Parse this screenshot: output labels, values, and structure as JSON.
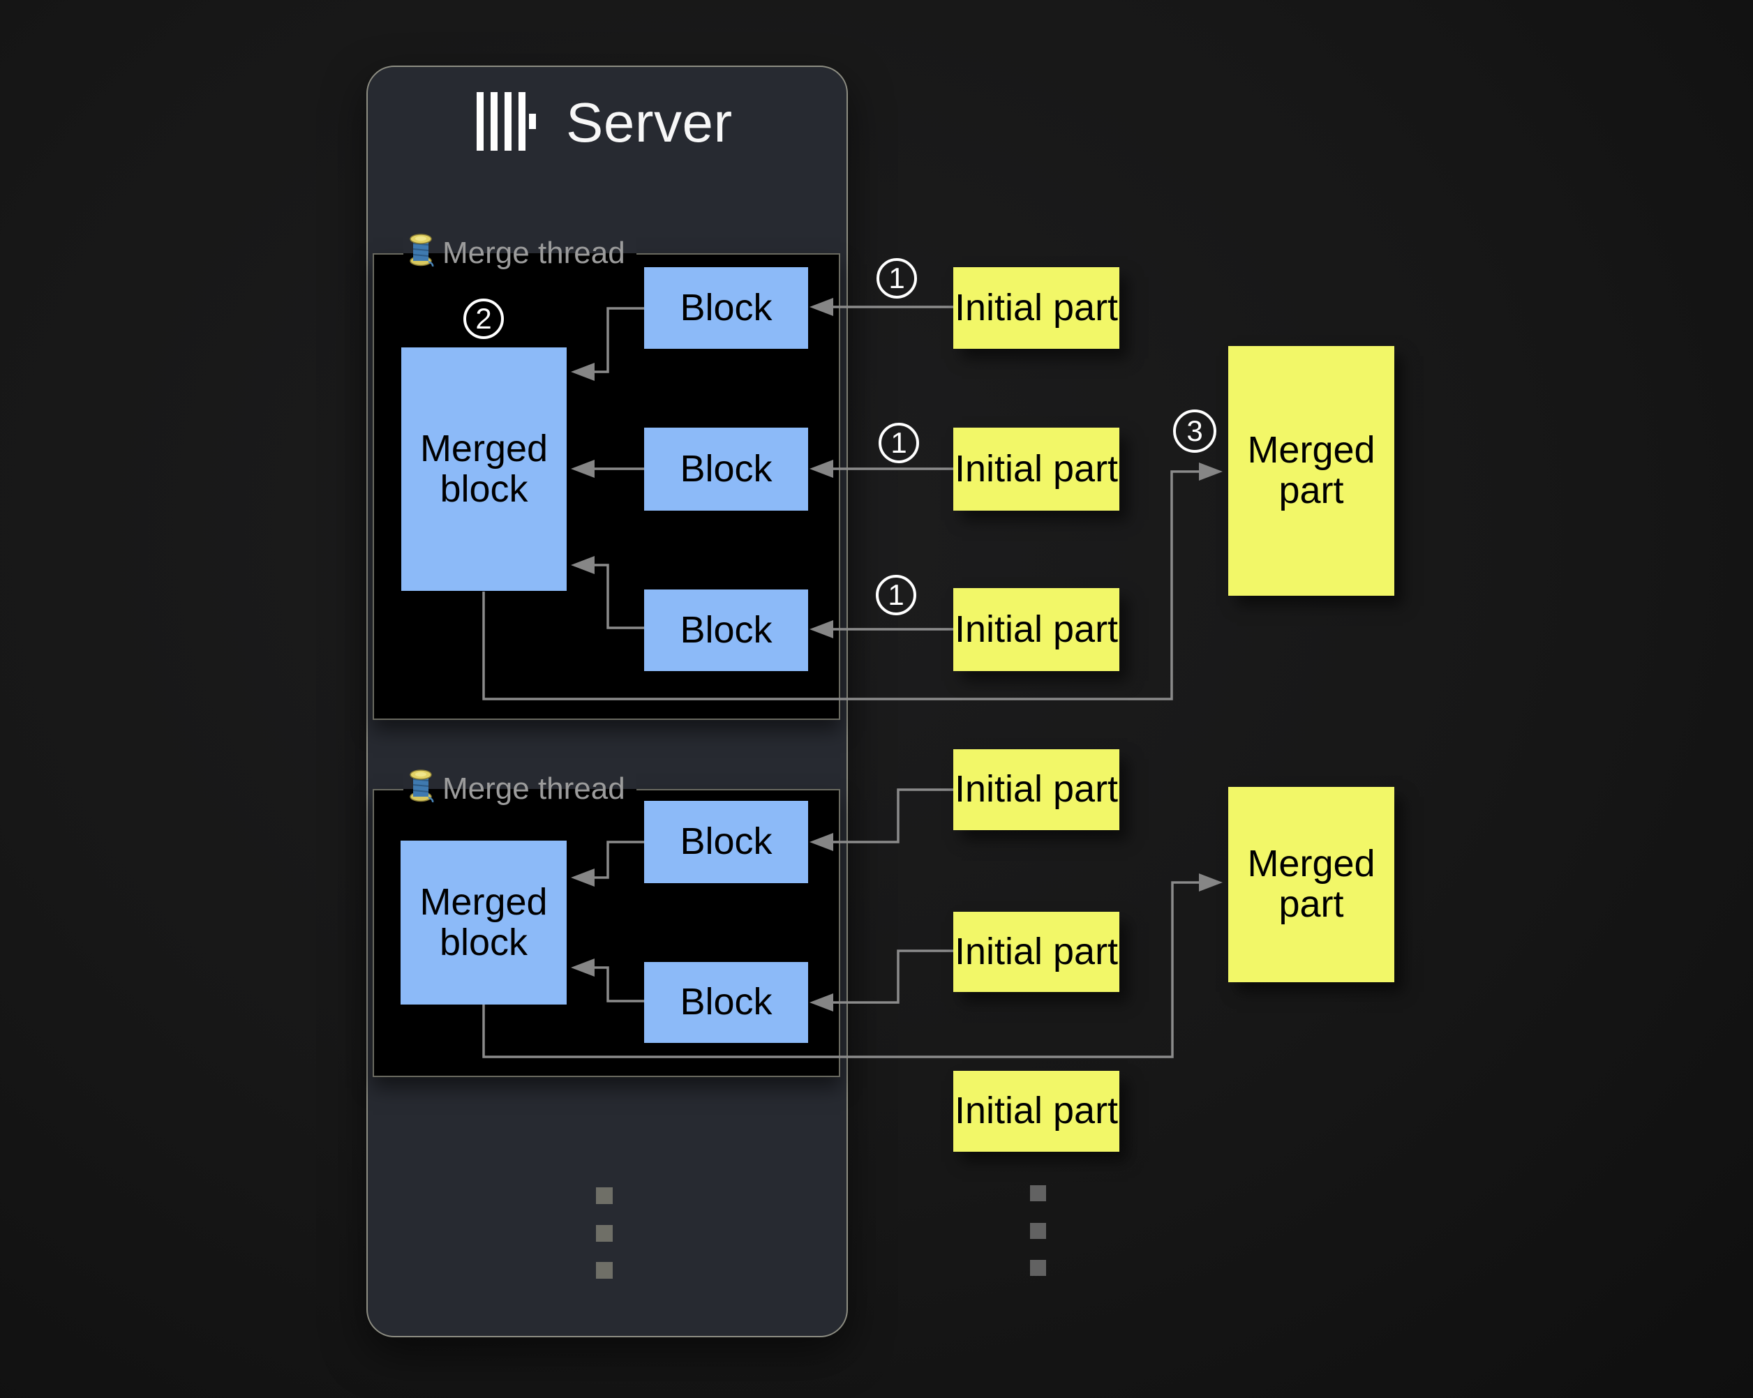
{
  "server": {
    "title": "Server",
    "logo_icon": "clickhouse-bars-logo"
  },
  "colors": {
    "panel": "#272a31",
    "section_background": "#000000",
    "block_blue": "#8cbaf8",
    "part_yellow": "#f2f768",
    "line_gray": "#8b8b8b",
    "label_gray": "#9c9c9c"
  },
  "sections": [
    {
      "label": "Merge thread",
      "icon": "thread-spool-icon",
      "merged_block": {
        "label": "Merged block",
        "badge": "2"
      },
      "blocks": [
        {
          "label": "Block"
        },
        {
          "label": "Block"
        },
        {
          "label": "Block"
        }
      ],
      "initial_parts": [
        {
          "label": "Initial part",
          "badge": "1"
        },
        {
          "label": "Initial part",
          "badge": "1"
        },
        {
          "label": "Initial part",
          "badge": "1"
        }
      ],
      "merged_part": {
        "label": "Merged part",
        "badge": "3"
      }
    },
    {
      "label": "Merge thread",
      "icon": "thread-spool-icon",
      "merged_block": {
        "label": "Merged block"
      },
      "blocks": [
        {
          "label": "Block"
        },
        {
          "label": "Block"
        }
      ],
      "initial_parts": [
        {
          "label": "Initial part"
        },
        {
          "label": "Initial part"
        },
        {
          "label": "Initial part"
        }
      ],
      "merged_part": {
        "label": "Merged part"
      }
    }
  ],
  "ellipsis": {
    "left_dots": 3,
    "right_dots": 3
  }
}
